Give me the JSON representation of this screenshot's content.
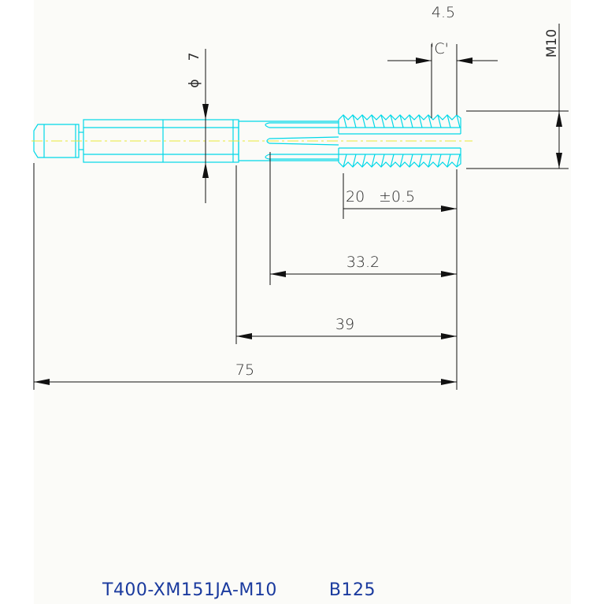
{
  "colors": {
    "outline": "#00d8e8",
    "centerline": "#e8e83a",
    "dimension": "#111111",
    "text": "#1a3a9e"
  },
  "dimensions": {
    "chamfer": "4.5",
    "c_label": "'C'",
    "thread": "M10",
    "diameter_symbol": "ϕ",
    "diameter": "7",
    "thread_len": "20",
    "thread_tol": "±0.5",
    "flute_len": "33.2",
    "body_len": "39",
    "overall_len": "75"
  },
  "footer": {
    "part_number": "T400-XM151JA-M10",
    "code": "B125"
  }
}
